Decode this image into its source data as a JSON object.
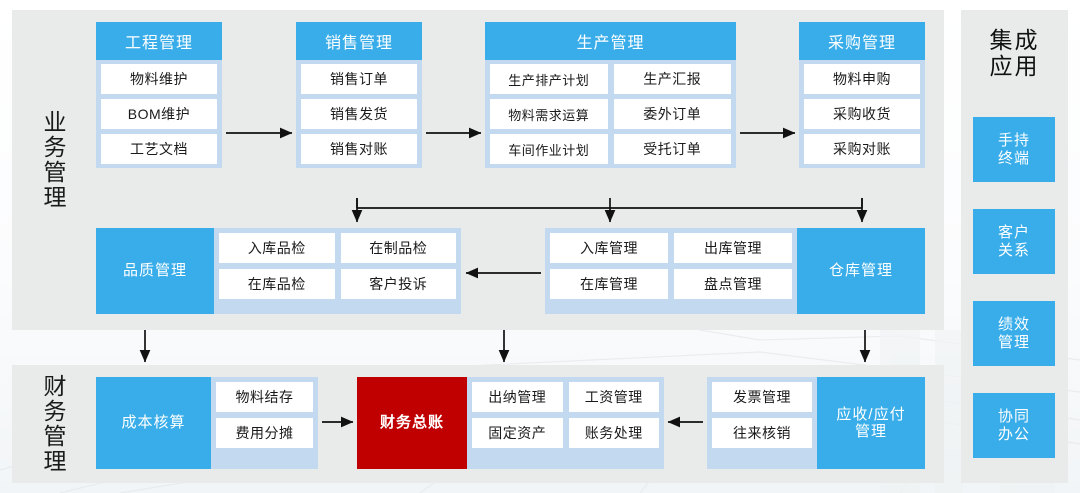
{
  "colors": {
    "accent_blue": "#38ade9",
    "panel_gray": "#e9eaea",
    "card_band": "#c2d9ef",
    "cell_white": "#ffffff",
    "ledger_red": "#c00000"
  },
  "rows": {
    "business_label": "业务管理",
    "finance_label": "财务管理"
  },
  "modules": {
    "engineering": {
      "title": "工程管理",
      "cells": [
        "物料维护",
        "BOM维护",
        "工艺文档"
      ]
    },
    "sales": {
      "title": "销售管理",
      "cells": [
        "销售订单",
        "销售发货",
        "销售对账"
      ]
    },
    "production": {
      "title": "生产管理",
      "cells": [
        [
          "生产排产计划",
          "生产汇报"
        ],
        [
          "物料需求运算",
          "委外订单"
        ],
        [
          "车间作业计划",
          "受托订单"
        ]
      ]
    },
    "purchasing": {
      "title": "采购管理",
      "cells": [
        "物料申购",
        "采购收货",
        "采购对账"
      ]
    },
    "quality": {
      "title": "品质管理",
      "cells": [
        [
          "入库品检",
          "在制品检"
        ],
        [
          "在库品检",
          "客户投诉"
        ]
      ]
    },
    "warehouse": {
      "title": "仓库管理",
      "cells": [
        [
          "入库管理",
          "出库管理"
        ],
        [
          "在库管理",
          "盘点管理"
        ]
      ]
    },
    "cost": {
      "title": "成本核算",
      "cells": [
        [
          "物料结存"
        ],
        [
          "费用分摊"
        ]
      ]
    },
    "ledger": {
      "title": "财务总账",
      "cells": [
        [
          "出纳管理",
          "工资管理"
        ],
        [
          "固定资产",
          "账务处理"
        ]
      ]
    },
    "ar_ap": {
      "title": "应收/应付管理",
      "cells": [
        [
          "发票管理"
        ],
        [
          "往来核销"
        ]
      ]
    }
  },
  "integration": {
    "title": "集成应用",
    "apps": [
      "手持终端",
      "客户关系",
      "绩效管理",
      "协同办公"
    ]
  }
}
